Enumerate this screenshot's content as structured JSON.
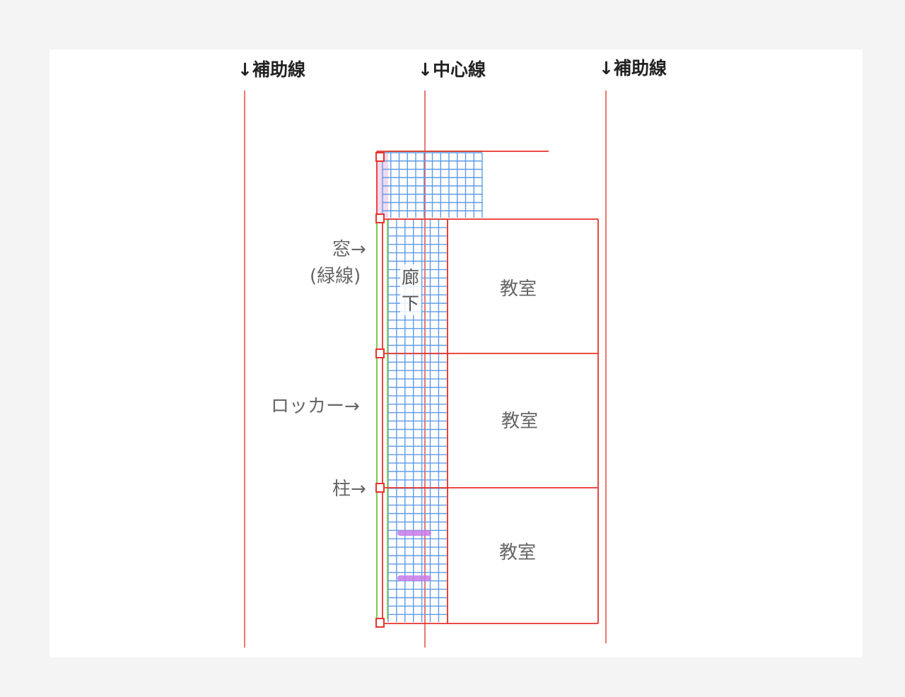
{
  "guides": {
    "left": "↓補助線",
    "center": "↓中心線",
    "right": "↓補助線"
  },
  "annotations": {
    "window": "窓→",
    "window_note": "(緑線)",
    "locker": "ロッカー→",
    "pillar": "柱→"
  },
  "hallway": {
    "line1": "廊",
    "line2": "下"
  },
  "rooms": [
    "教室",
    "教室",
    "教室"
  ],
  "colors": {
    "guide_line": "#e8534f",
    "wall": "#e8332c",
    "grid": "#5f9be6",
    "window": "#7ec850",
    "marker": "#c77be8"
  }
}
